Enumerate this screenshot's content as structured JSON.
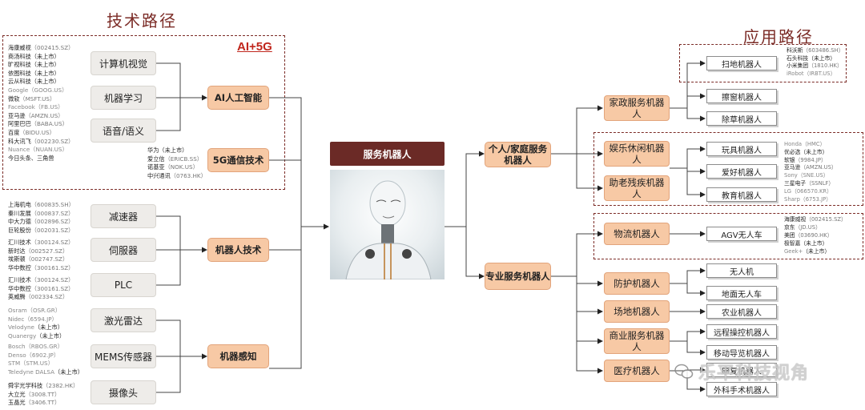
{
  "titles": {
    "tech": "技术路径",
    "app": "应用路径"
  },
  "ai5g": "AI+5G",
  "center": "服务机器人",
  "watermark": "乐平科技视角",
  "left_items": {
    "cv": "计算机视觉",
    "ml": "机器学习",
    "speech": "语音/语义",
    "reducer": "减速器",
    "servo": "伺服器",
    "plc": "PLC",
    "lidar": "激光雷达",
    "mems": "MEMS传感器",
    "camera": "摄像头"
  },
  "left_cats": {
    "ai": "AI人工智能",
    "fiveg": "5G通信技术",
    "robot": "机器人技术",
    "perception": "机器感知"
  },
  "mid": {
    "personal": "个人/家庭服务机器人",
    "pro": "专业服务机器人"
  },
  "cats2": {
    "home": "家政服务机器人",
    "ent": "娱乐休闲机器人",
    "elder": "助老残疾机器人",
    "logistics": "物流机器人",
    "defense": "防护机器人",
    "venue": "场地机器人",
    "commercial": "商业服务机器人",
    "medical": "医疗机器人"
  },
  "apps": {
    "sweep": "扫地机器人",
    "window": "擦窗机器人",
    "weed": "除草机器人",
    "toy": "玩具机器人",
    "hobby": "爱好机器人",
    "edu": "教育机器人",
    "agv": "AGV无人车",
    "uav": "无人机",
    "ugv": "地面无人车",
    "agri": "农业机器人",
    "telepresence": "远程操控机器人",
    "guide": "移动导览机器人",
    "rehab": "康复机器人",
    "surgery": "外科手术机器人"
  },
  "companies": {
    "ai": [
      [
        "海康威视",
        "（002415.SZ）"
      ],
      [
        "商汤科技",
        "（未上市）"
      ],
      [
        "旷视科技",
        "（未上市）"
      ],
      [
        "依图科技",
        "（未上市）"
      ],
      [
        "云从科技",
        "（未上市）"
      ],
      [
        "Google",
        "（GOOG.US）"
      ],
      [
        "微软",
        "（MSFT.US）"
      ],
      [
        "Facebook",
        "（FB.US）"
      ],
      [
        "亚马逊",
        "（AMZN.US）"
      ],
      [
        "阿里巴巴",
        "（BABA.US）"
      ],
      [
        "百度",
        "（BIDU.US）"
      ],
      [
        "科大讯飞",
        "（002230.SZ）"
      ],
      [
        "Nuance",
        "（NUAN.US）"
      ],
      [
        "今日头条、三角兽",
        ""
      ]
    ],
    "fiveg": [
      [
        "华为",
        "（未上市）"
      ],
      [
        "爱立信",
        "（ERICB.SS）"
      ],
      [
        "诺基亚",
        "（NOK.US）"
      ],
      [
        "中兴通讯",
        "（0763.HK）"
      ]
    ],
    "reducer": [
      [
        "上海机电",
        "（600835.SH）"
      ],
      [
        "秦川发展",
        "（000837.SZ）"
      ],
      [
        "中大力德",
        "（002896.SZ）"
      ],
      [
        "巨轮股份",
        "（002031.SZ）"
      ]
    ],
    "servo": [
      [
        "汇川技术",
        "（300124.SZ）"
      ],
      [
        "新时达",
        "（002527.SZ）"
      ],
      [
        "埃斯顿",
        "（002747.SZ）"
      ],
      [
        "华中数控",
        "（300161.SZ）"
      ]
    ],
    "plc": [
      [
        "汇川技术",
        "（300124.SZ）"
      ],
      [
        "华中数控",
        "（300161.SZ）"
      ],
      [
        "英威腾",
        "（002334.SZ）"
      ]
    ],
    "lidar": [
      [
        "Osram",
        "（OSR.GR）"
      ],
      [
        "Nidec",
        "（6594.JP）"
      ],
      [
        "Velodyne",
        "（未上市）"
      ],
      [
        "Quanergy",
        "（未上市）"
      ]
    ],
    "mems": [
      [
        "Bosch",
        "（RBOS.GR）"
      ],
      [
        "Denso",
        "（6902.JP）"
      ],
      [
        "STM",
        "（STM.US）"
      ],
      [
        "Teledyne DALSA",
        "（未上市）"
      ]
    ],
    "camera": [
      [
        "舜宇光学科技",
        "（2382.HK）"
      ],
      [
        "大立光",
        "（3008.TT）"
      ],
      [
        "玉晶光",
        "（3406.TT）"
      ]
    ],
    "sweep": [
      [
        "科沃斯",
        "（603486.SH）"
      ],
      [
        "石头科技",
        "（未上市）"
      ],
      [
        "小米集团",
        "（1810.HK）"
      ],
      [
        "iRobot",
        "（IRBT.US）"
      ]
    ],
    "ent": [
      [
        "Honda",
        "（HMC）"
      ],
      [
        "优必选",
        "（未上市）"
      ],
      [
        "软银",
        "（9984.JP）"
      ],
      [
        "亚马逊",
        "（AMZN.US）"
      ],
      [
        "Sony",
        "（SNE.US）"
      ],
      [
        "三星电子",
        "（SSNLF）"
      ],
      [
        "LG",
        "（066570.KR）"
      ],
      [
        "Sharp",
        "（6753.JP）"
      ]
    ],
    "logistics": [
      [
        "海康威视",
        "（002415.SZ）"
      ],
      [
        "京东",
        "（JD.US）"
      ],
      [
        "美团",
        "（03690.HK）"
      ],
      [
        "极智嘉",
        "（未上市）"
      ],
      [
        "Geek+",
        "（未上市）"
      ]
    ]
  }
}
